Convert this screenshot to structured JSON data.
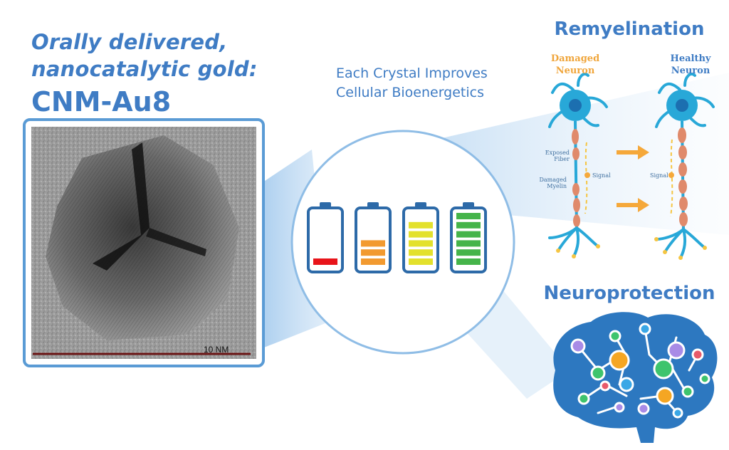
{
  "header": {
    "headline": "Orally delivered, nanocatalytic gold:",
    "product_name": "CNM-Au8"
  },
  "micrograph": {
    "scale_label": "10 NM"
  },
  "center": {
    "caption": "Each Crystal Improves Cellular Bioenergetics",
    "batteries": [
      {
        "level": "low",
        "filled_bars": 1,
        "color": "#e8141a"
      },
      {
        "level": "medium",
        "filled_bars": 3,
        "color": "#f29a30"
      },
      {
        "level": "high",
        "filled_bars": 5,
        "color": "#e3e12c"
      },
      {
        "level": "full",
        "filled_bars": 6,
        "color": "#45b44a"
      }
    ]
  },
  "remyelination": {
    "title": "Remyelination",
    "damaged_label": "Damaged Neuron",
    "healthy_label": "Healthy Neuron",
    "exposed_fiber": "Exposed Fiber",
    "damaged_myelin": "Damaged Myelin",
    "signal_left": "Signal",
    "signal_right": "Signal"
  },
  "neuroprotection": {
    "title": "Neuroprotection"
  },
  "colors": {
    "brand_blue": "#3f7cc4",
    "frame_blue": "#5a9bd5",
    "arrow_orange": "#f5a83a",
    "neuron_cyan": "#28a8d8",
    "myelin": "#e08a6b",
    "brain_blue": "#2d78c0"
  }
}
